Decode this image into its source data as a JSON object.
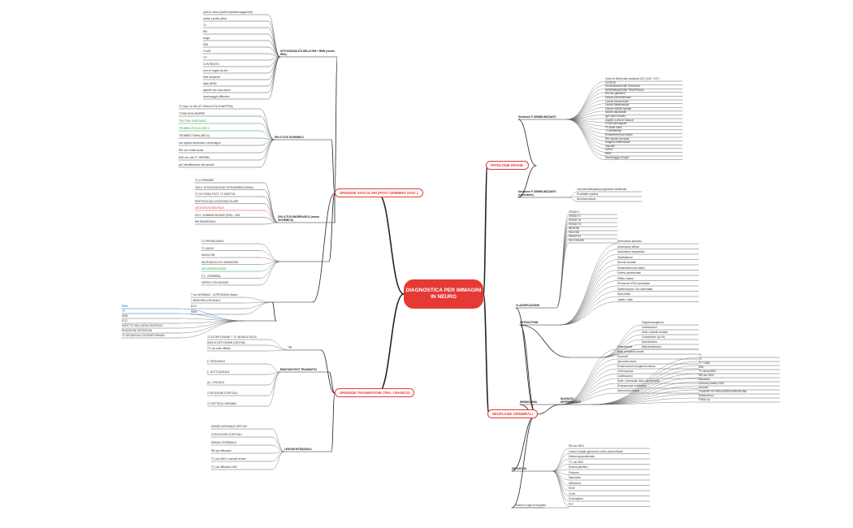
{
  "center": "DIAGNOSTICA PER IMMAGINI IN NEURO",
  "main": {
    "vascular": "URGENZE VASCOLARI (PATO CEREBRO VASC.)",
    "trauma": "URGENZE TRAUMATICHE (TRA. CRANICO)",
    "inflam": "PATOLOGIE INFIAM.",
    "neoplasie": "NEOPLASIE CEREBRALI"
  },
  "vasc": {
    "rm_title": "ISTITUZIONALITÀ DELLE RM + RMN (centro RMs)",
    "rm_items": [
      "pochi e veloci (quelle importanti aggiuntive)",
      "scelte a profilo attiva",
      "TC",
      "RM",
      "Angio",
      "DWI",
      "FLAIR",
      "T2*",
      "CONTRASTO",
      "ecco le regole da dire",
      "Altre sequenze",
      "stato all'RM",
      "aspetto che cosa siamo",
      "monitoraggio diffusione"
    ],
    "ischemic_title": "80% ICTUS ISCHEMICO",
    "ischemic_items": [
      "TC dopo 12-24h (IF 3.5M) ACUTA (FINESTRA)",
      "TC/RM NON SEMPRE",
      "TRATTAM. ENDOVASC.",
      "TROMBOLITICA IN MECC",
      "TROMBECTOMIA (MECC)",
      "non appena ischemica o emorragica",
      "RM non in fase acuta",
      "DWI con vasi TC RM/RMN",
      "per l'identificazione del periodo"
    ],
    "haem_title": "20% ICTUS EMORRAGICO (anche ISCHEMICO)",
    "haem_items": [
      "TC A FERMARE",
      "15% E. INTRACRANICHE/ INTRAPARENCHIMALI",
      "TC DI FOSSA POST. TC DIRETTA",
      "RISPOSTA DALL'ENDOVASCOLARE",
      "ASCESSO/SUBDURALE",
      "5% E. SUBARACNOIDEE (ESA) - SSE",
      "RM EMORRAGIA"
    ],
    "esa_items": [
      "TC PERIOD-MAPA",
      "TC ANGIO",
      "ANGIO-RM",
      "MICROBLOCCHI / ANEURISMI",
      "DECOMPRESSIONE",
      "CT - CEREBRAL",
      "VERSO CON SANGUE"
    ],
    "bottom_items": [
      "T con NORMALE - A PRESENZA rimane",
      "T MEMORIA A SEGNALE",
      "ECO",
      "RMN"
    ],
    "small": [
      "RMN",
      "TC",
      "RMN",
      "ECO",
      "ASPETTO NELL'AREA CENTRALE",
      "RIMOZIONE ARTERIOSA",
      "TC SEQUENZA CONTEMPORANEA"
    ]
  },
  "trauma": {
    "tc_title": "TC",
    "tc_items": [
      "TC DI DIFFUSIONE + TC NEUROLOGICA",
      "RMN DI DIFFUSIONE (DWI RM)",
      "TC con sede difficile"
    ],
    "ematomi_title": "EMATOMI POST TRAUMATICI",
    "ematomi_items": [
      "E. EPIDURALE",
      "E. SOTTODURALE",
      "AC. CRONICO",
      "CONTUSIONI CORTICALI",
      "TC DETTAGLI VARIABILI"
    ],
    "lesioni_title": "LESIONI INTRASSIALI",
    "lesioni_items": [
      "DANNO ASSONALE DIFFUSO",
      "CONTUSIONI CORTICALI",
      "EDEMA CEREBRALE",
      "RM per diffusione",
      "TC con MDC e varianti di fase",
      "TC con diffusione DWI"
    ]
  },
  "inflam": {
    "sclerosi_title": "Sindrome P. DEMIELINIZZANTI",
    "sclerosi_items": [
      "Criteri di McDonald modificati 2017 (DIS + DIT)",
      "CRITERI",
      "DISSEMINAZIONE SPAZIALE",
      "DISSEMINAZIONE TEMPORALE",
      "RM con gadolinio",
      "Lesioni periventricolari",
      "Lesioni juxtacorticali",
      "Lesioni infratentoriali",
      "Lesioni midollo spinale",
      "Bande oligoclonali",
      "IgG index elevato",
      "Aspetto a dita di Dawson",
      "FLAIR ipersegnale",
      "T1 black holes",
      "T2 iperintense",
      "Enhancement ad anello",
      "RM midollo cervicale",
      "Diagnosi differenziale",
      "Vasculiti",
      "ADEM",
      "NMO",
      "Monitoraggio terapia"
    ],
    "other_title": "Sindrome P. DEMIELINIZZANTI (secondarie)",
    "other_items": [
      "Leucoencefalopatia progressiva multifocale",
      "Encefalite erpetica",
      "Neurosarcoidosi"
    ]
  },
  "neo": {
    "class_title": "CLASSIFICAZIONE",
    "class_items": [
      "GRADO I",
      "GRADO II",
      "GRADO III",
      "GRADO IV",
      "BENIGNI",
      "MALIGNI",
      "PRIMITIVI",
      "SECONDARI"
    ],
    "astro_title": "ASTROCITOMI",
    "astro_items": [
      "Astrocitoma pilocitico",
      "Astrocitoma diffuso",
      "Astrocitoma anaplastico",
      "Glioblastoma",
      "Necrosi centrale",
      "Enhancement ad anello",
      "Edema perilesionale",
      "Effetto massa",
      "Perfusione rCBV aumentata",
      "Spettroscopia: Cho aumentata",
      "NAA ridotto",
      "Lattato / lipidi"
    ],
    "oligo_items": [
      "Oligodendroglioma",
      "Calcificazioni",
      "Sede corticale frontale",
      "Codelezione 1p/19q",
      "Ependimoma",
      "Medulloblastoma"
    ],
    "menin_title": "MENINGIOMA",
    "menin_items": [
      "Extra-assiale",
      "Base d'impianto durale",
      "Dural tail",
      "Iperostosi ossea",
      "Enhancement omogeneo intenso",
      "Cleft liquorale",
      "Calcificazioni",
      "Sede: convessità, falce, ala sfenoide",
      "Schwannoma vestibolare",
      "Adenoma ipofisario"
    ],
    "diag_title": "DIAGNOSI DIFFERENZIALE",
    "diag_items": [
      "T1",
      "T2",
      "T1 + MDC",
      "DWI",
      "TC senza MDC",
      "RM con MDC",
      "Metastasi",
      "Linfoma primitivo SNC",
      "Ascesso",
      "TUMORE VS PSEUDOPROGRESSIONE",
      "Radionecrosi",
      "Follow up"
    ],
    "meta_title": "METASTASI",
    "meta_items": [
      "RM con MDC",
      "Lesioni multiple giunzione cortico-sottocorticale",
      "Edema sproporzionato",
      "TC con MDC",
      "Ricerca primitivo",
      "Polmone",
      "Mammella",
      "Melanoma",
      "Rene",
      "Colon",
      "Emorragiche",
      "PET"
    ],
    "bottom": "Sintomi e segni di sospetto"
  }
}
